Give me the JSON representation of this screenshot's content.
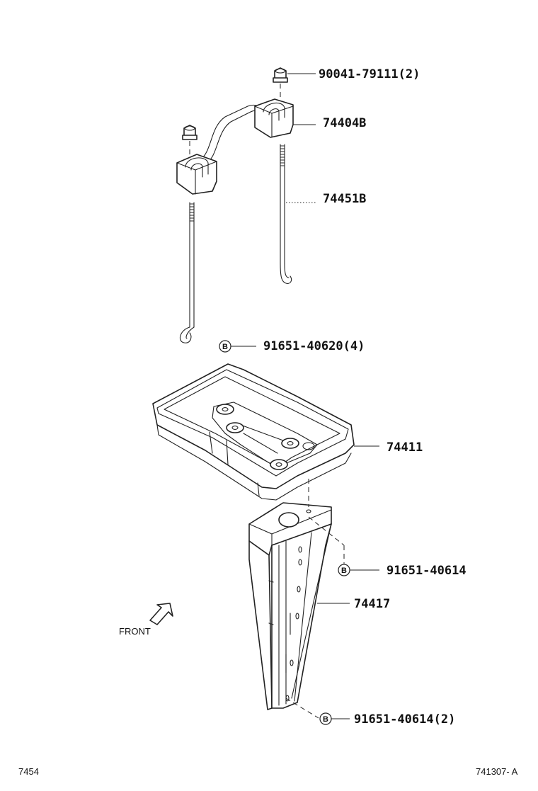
{
  "callouts": [
    {
      "part": "90041-79111",
      "qty": "(2)"
    },
    {
      "part": "74404B",
      "qty": ""
    },
    {
      "part": "74451B",
      "qty": ""
    },
    {
      "part": "91651-40620",
      "qty": "(4)",
      "marker": "B"
    },
    {
      "part": "74411",
      "qty": ""
    },
    {
      "part": "91651-40614",
      "qty": "",
      "marker": "B"
    },
    {
      "part": "74417",
      "qty": ""
    },
    {
      "part": "91651-40614",
      "qty": "(2)",
      "marker": "B"
    }
  ],
  "direction_label": "FRONT",
  "footer": {
    "left": "7454",
    "right": "741307- A"
  }
}
